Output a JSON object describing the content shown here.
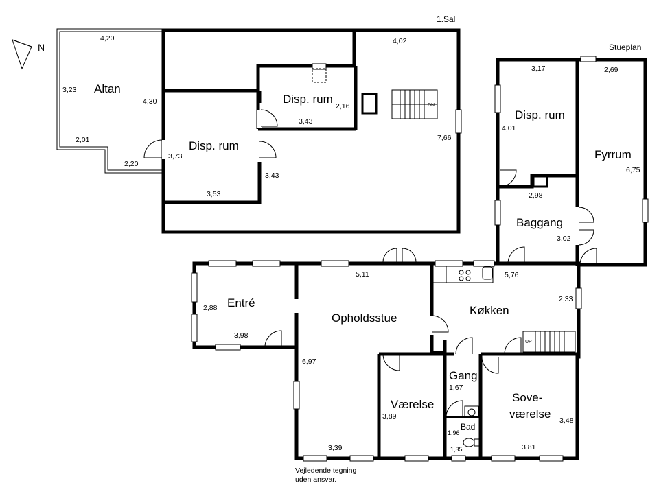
{
  "compass": {
    "label": "N"
  },
  "upper_floor": {
    "title": "1.Sal",
    "rooms": {
      "altan": "Altan",
      "disp_rum_left": "Disp. rum",
      "disp_rum_center": "Disp. rum"
    },
    "dimensions": {
      "altan_top": "4,20",
      "altan_left": "3,23",
      "altan_right": "4,30",
      "altan_bottom_left": "2,01",
      "altan_bottom_right": "2,20",
      "left_room_height": "3,73",
      "left_room_right": "3,43",
      "left_room_bottom": "3,53",
      "center_room_height": "2,16",
      "center_room_width": "3,43",
      "right_top": "4,02",
      "right_height": "7,66"
    },
    "stair_label": "DN"
  },
  "ground_floor": {
    "title": "Stueplan",
    "rooms": {
      "disp_rum": "Disp. rum",
      "fyrrum": "Fyrrum",
      "baggang": "Baggang",
      "entre": "Entré",
      "opholdsstue": "Opholdsstue",
      "kokken": "Køkken",
      "gang": "Gang",
      "vaerelse": "Værelse",
      "sove_line1": "Sove-",
      "sove_line2": "værelse",
      "bad": "Bad"
    },
    "dimensions": {
      "disp_top": "3,17",
      "fyrrum_top": "2,69",
      "disp_height": "4,01",
      "fyrrum_height": "6,75",
      "baggang_top": "2,98",
      "baggang_right": "3,02",
      "kitchen_top": "5,76",
      "kitchen_right": "2,33",
      "living_top": "5,11",
      "entre_left": "2,88",
      "entre_bottom": "3,98",
      "living_left": "6,97",
      "living_bottom": "3,39",
      "vaerelse_left": "3,89",
      "gang_height": "1,67",
      "bad_height": "1,96",
      "bad_width": "1,35",
      "sove_right": "3,48",
      "sove_bottom": "3,81"
    },
    "stair_label": "UP"
  },
  "disclaimer": {
    "line1": "Vejledende tegning",
    "line2": "uden ansvar."
  }
}
